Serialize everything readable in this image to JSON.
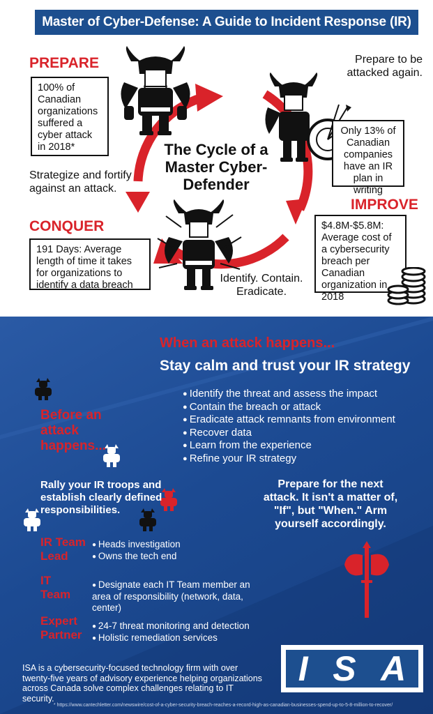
{
  "header": {
    "title": "Master of Cyber-Defense: A Guide to Incident Response (IR)"
  },
  "cycle": {
    "title": "The Cycle of a Master Cyber-Defender",
    "prepare": {
      "title": "PREPARE",
      "stat": "100% of Canadian organizations suffered a cyber attack in 2018*",
      "action": "Strategize and fortify against an attack."
    },
    "conquer": {
      "title": "CONQUER",
      "stat": "191 Days: Average length of time it takes for organizations to identify a data breach",
      "action": "Identify. Contain. Eradicate."
    },
    "improve": {
      "title": "IMPROVE",
      "stat": "$4.8M-$5.8M: Average cost of a cybersecurity breach per Canadian organization in 2018"
    },
    "repeat": {
      "action": "Prepare to be attacked again.",
      "stat": "Only 13% of Canadian companies have an IR plan in writing"
    }
  },
  "during": {
    "heading": "When an attack happens...",
    "subheading": "Stay calm and trust your IR strategy",
    "steps": [
      "Identify the threat and assess the impact",
      "Contain the breach or attack",
      "Eradicate attack remnants from environment",
      "Recover data",
      "Learn from the experience",
      "Refine your IR strategy"
    ]
  },
  "before": {
    "heading": "Before an attack happens...",
    "text": "Rally your IR troops and establish clearly defined responsibilities.",
    "roles": [
      {
        "label": "IR Team Lead",
        "items": [
          "Heads investigation",
          "Owns the tech end"
        ]
      },
      {
        "label": "IT Team",
        "items": [
          "Designate each IT Team member an area of responsibility (network, data, center)"
        ]
      },
      {
        "label": "Expert Partner",
        "items": [
          "24-7 threat monitoring and detection",
          "Holistic remediation services"
        ]
      }
    ]
  },
  "next": {
    "text": "Prepare for the next attack. It isn't a matter of, \"If\", but \"When.\" Arm yourself accordingly."
  },
  "footer": {
    "about": "ISA is a cybersecurity-focused technology firm with over twenty-five years of advisory experience helping organizations across Canada solve complex challenges relating to IT security.",
    "logo_letters": [
      "I",
      "S",
      "A"
    ],
    "footnote": "* https://www.cantechletter.com/newswire/cost-of-a-cyber-security-breach-reaches-a-record-high-as-canadian-businesses-spend-up-to-5-8-million-to-recover/"
  },
  "colors": {
    "brand_blue": "#1d4f8f",
    "accent_red": "#d9232a",
    "ink": "#111111"
  },
  "icons": [
    "viking-warrior-icon",
    "shield-target-icon",
    "arrows-icon",
    "coin-stack-icon",
    "battle-axe-icon",
    "mini-viking-icon"
  ]
}
